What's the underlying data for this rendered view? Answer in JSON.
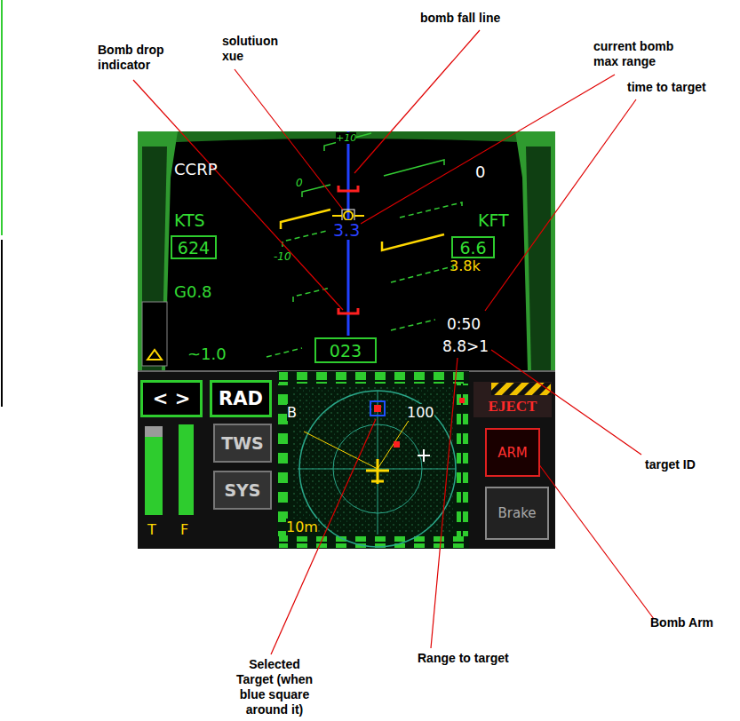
{
  "diagram": {
    "nodes": [
      {
        "text": [
          "624"
        ]
      },
      {
        "text": [
          "6.6"
        ]
      },
      {
        "text": [
          "023"
        ]
      },
      {
        "text": [
          "< >"
        ]
      },
      {
        "text": [
          "RAD"
        ]
      },
      {
        "text": [
          "TWS"
        ]
      },
      {
        "text": [
          "SYS"
        ]
      },
      {
        "text": [
          "EJECT"
        ]
      },
      {
        "text": [
          "ARM"
        ]
      },
      {
        "text": [
          "Brake"
        ]
      }
    ],
    "labels": [
      "Bomb drop indicator",
      "solutiuon xue",
      "bomb fall line",
      "current bomb max range",
      "time to target",
      "target ID",
      "Bomb Arm",
      "Selected Target (when blue square around it)",
      "Range to target",
      "CCRP",
      "0",
      "KTS",
      "KFT",
      "3.3",
      "3.8k",
      "G0.8",
      "0:50",
      "8.8>1",
      "~1.0",
      "+10",
      "0",
      "-10",
      "B",
      "100",
      "10m",
      "T",
      "F"
    ]
  }
}
